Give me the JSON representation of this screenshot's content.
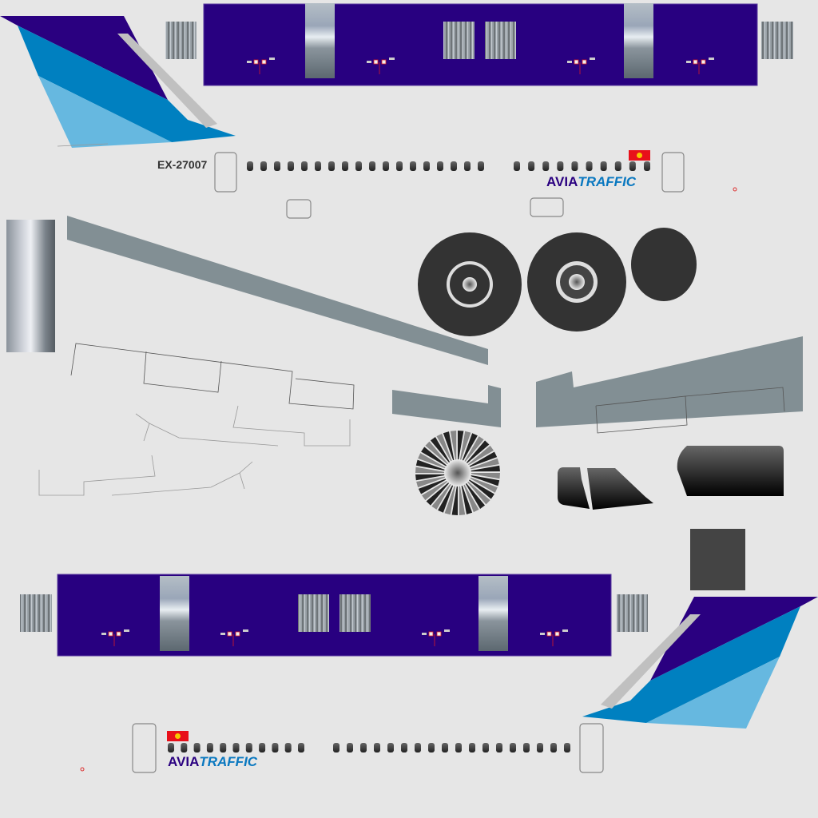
{
  "registration": "EX-27007",
  "logo": {
    "part1": "AVIA",
    "part2": "TRAFFIC"
  },
  "colors": {
    "background": "#e6e6e6",
    "fuselage_purple": "#280080",
    "tail_blue": "#0080c0",
    "tail_light_blue": "#66b8e0",
    "wing_grey": "#828f94",
    "tire": "#333333",
    "flag_red": "#e8101a"
  }
}
